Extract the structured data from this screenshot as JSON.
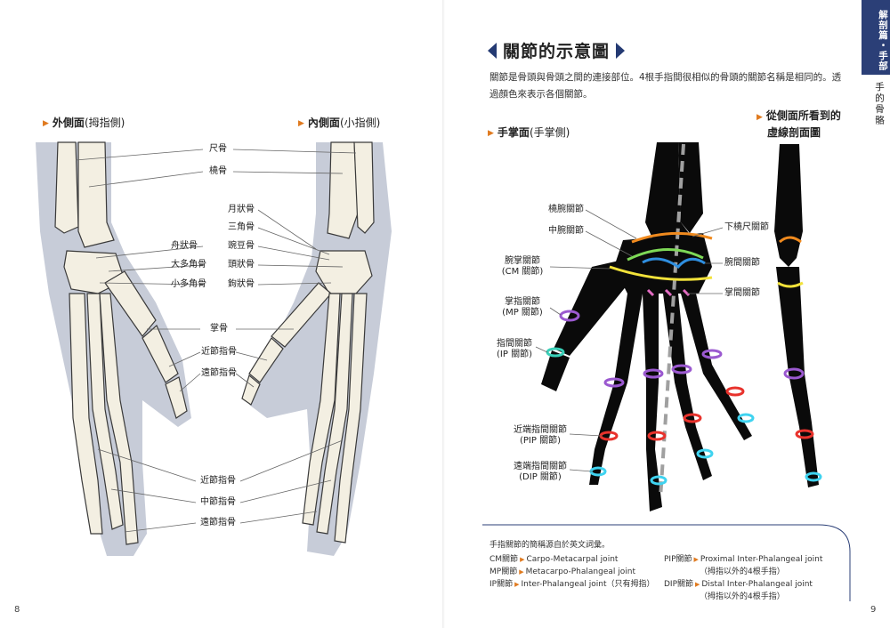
{
  "left_page": {
    "labels_section": {
      "lateral": "外側面",
      "lateral_sub": "(拇指側)",
      "medial": "內側面",
      "medial_sub": "(小指側)"
    },
    "bone_labels": {
      "ulna": "尺骨",
      "radius": "橈骨",
      "lunate": "月狀骨",
      "triquetrum": "三角骨",
      "scaphoid": "舟狀骨",
      "pisiform": "豌豆骨",
      "trapezium": "大多角骨",
      "capitate": "頭狀骨",
      "trapezoid": "小多角骨",
      "hamate": "鉤狀骨",
      "metacarpal": "掌骨",
      "proximal_phalanx": "近節指骨",
      "distal_phalanx": "遠節指骨",
      "proximal_phalanx_2": "近節指骨",
      "middle_phalanx": "中節指骨",
      "distal_phalanx_2": "遠節指骨"
    },
    "page_number": "8"
  },
  "right_page": {
    "side_tab": "解剖篇・手部",
    "side_sub": "手的骨骼",
    "title": "關節的示意圖",
    "intro": "關節是骨頭與骨頭之間的連接部位。4根手指間很相似的骨頭的關節名稱是相同的。透過顏色來表示各個關節。",
    "palm_label": "手掌面",
    "palm_sub": "(手掌側)",
    "cross_title_line1": "從側面所看到的",
    "cross_title_line2": "虛線剖面圖",
    "joint_labels": {
      "radiocarpal": "橈腕關節",
      "midcarpal": "中腕關節",
      "cm_line1": "腕掌關節",
      "cm_line2": "(CM 關節)",
      "mp_line1": "掌指關節",
      "mp_line2": "(MP 關節)",
      "ip_line1": "指間關節",
      "ip_line2": "(IP 關節)",
      "pip_line1": "近端指間關節",
      "pip_line2": "(PIP 關節)",
      "dip_line1": "遠端指間關節",
      "dip_line2": "(DIP 關節)",
      "distal_radioulnar": "下橈尺關節",
      "intercarpal": "腕間關節",
      "intermetacarpal": "掌間關節"
    },
    "notes": {
      "heading": "手指關節的簡稱源自於英文詞彙。",
      "cm_abbr": "CM關節",
      "cm_full": "Carpo-Metacarpal joint",
      "mp_abbr": "MP關節",
      "mp_full": "Metacarpo-Phalangeal joint",
      "ip_abbr": "IP關節",
      "ip_full": "Inter-Phalangeal joint（只有拇指）",
      "pip_abbr": "PIP關節",
      "pip_full": "Proximal Inter-Phalangeal joint",
      "pip_note": "（拇指以外的4根手指）",
      "dip_abbr": "DIP關節",
      "dip_full": "Distal Inter-Phalangeal joint",
      "dip_note": "（拇指以外的4根手指）"
    },
    "page_number": "9"
  },
  "colors": {
    "accent_navy": "#2b3f77",
    "accent_orange": "#e07a1f",
    "joint_orange": "#f08a1e",
    "joint_green": "#7ed957",
    "joint_blue": "#2f8fe0",
    "joint_yellow": "#f2e23a",
    "joint_purple": "#9b59d0",
    "joint_teal": "#39d0b8",
    "joint_red": "#e8322c",
    "joint_cyan": "#3fd3f0",
    "joint_pink": "#e26bc2",
    "bone": "#f3efe2",
    "shadow": "#b9bfcd"
  }
}
